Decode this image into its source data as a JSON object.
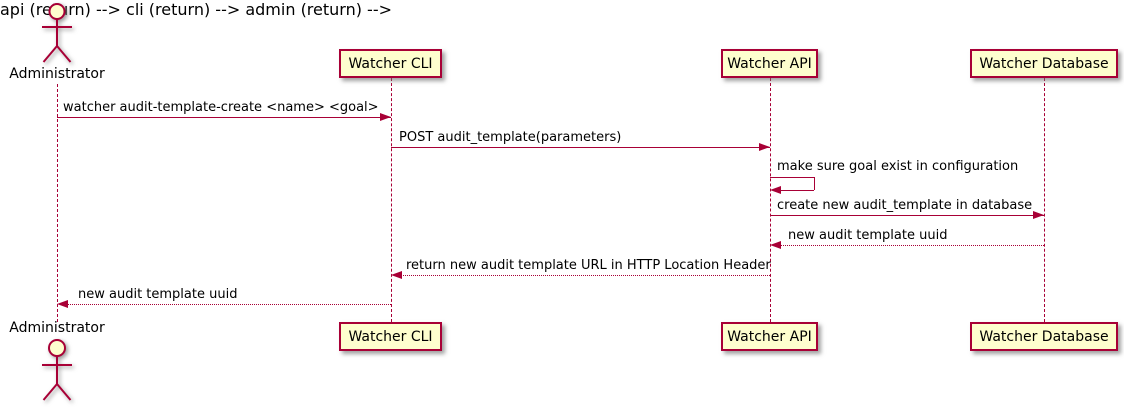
{
  "diagram": {
    "type": "uml-sequence",
    "colors": {
      "line": "#A80036",
      "fill": "#FEFECE",
      "text": "#000000",
      "background": "#FFFFFF"
    },
    "actor": {
      "label": "Administrator"
    },
    "participants": [
      {
        "label": "Watcher CLI"
      },
      {
        "label": "Watcher API"
      },
      {
        "label": "Watcher Database"
      }
    ],
    "messages": [
      {
        "from": "Administrator",
        "to": "Watcher CLI",
        "label": "watcher audit-template-create <name> <goal>",
        "line": "solid"
      },
      {
        "from": "Watcher CLI",
        "to": "Watcher API",
        "label": "POST audit_template(parameters)",
        "line": "solid"
      },
      {
        "from": "Watcher API",
        "to": "Watcher API",
        "label": "make sure goal exist in configuration",
        "line": "solid-self"
      },
      {
        "from": "Watcher API",
        "to": "Watcher Database",
        "label": "create new audit_template in database",
        "line": "solid"
      },
      {
        "from": "Watcher Database",
        "to": "Watcher API",
        "label": "new audit template uuid",
        "line": "dotted"
      },
      {
        "from": "Watcher API",
        "to": "Watcher CLI",
        "label": "return new audit template URL in HTTP Location Header",
        "line": "dotted"
      },
      {
        "from": "Watcher CLI",
        "to": "Administrator",
        "label": "new audit template uuid",
        "line": "dotted"
      }
    ]
  }
}
